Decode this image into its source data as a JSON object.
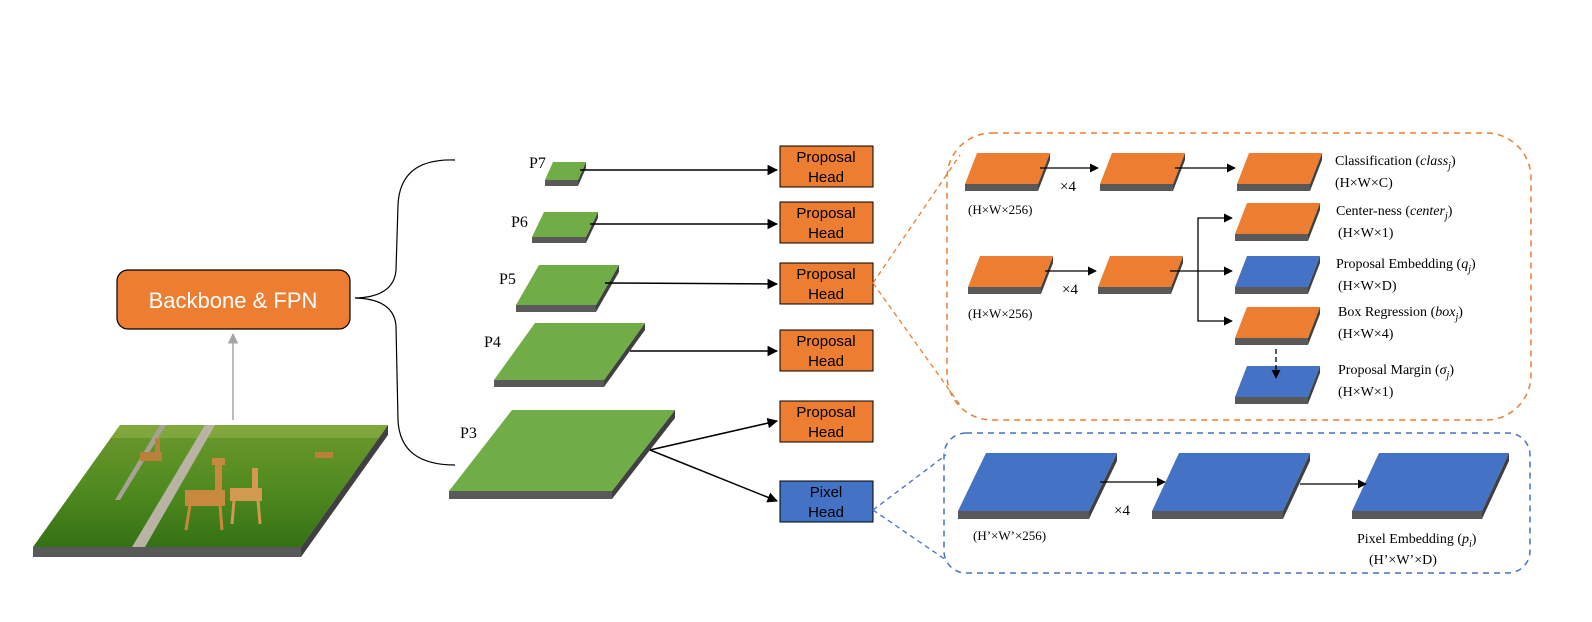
{
  "backbone": {
    "label": "Backbone & FPN"
  },
  "levels": [
    {
      "label": "P7"
    },
    {
      "label": "P6"
    },
    {
      "label": "P5"
    },
    {
      "label": "P4"
    },
    {
      "label": "P3"
    }
  ],
  "heads": {
    "proposal": {
      "line1": "Proposal",
      "line2": "Head"
    },
    "pixel": {
      "line1": "Pixel",
      "line2": "Head"
    }
  },
  "proposal_branch": {
    "input_dim_1": "(H×W×256)",
    "input_dim_2": "(H×W×256)",
    "repeat_1": "×4",
    "repeat_2": "×4",
    "outputs": [
      {
        "name": "Classification",
        "var": "class",
        "sub": "j",
        "dim": "(H×W×C)"
      },
      {
        "name": "Center-ness",
        "var": "center",
        "sub": "j",
        "dim": "(H×W×1)"
      },
      {
        "name": "Proposal Embedding",
        "var": "q",
        "sub": "j",
        "dim": "(H×W×D)"
      },
      {
        "name": "Box Regression",
        "var": "box",
        "sub": "j",
        "dim": "(H×W×4)"
      },
      {
        "name": "Proposal Margin",
        "var": "σ",
        "sub": "j",
        "dim": "(H×W×1)"
      }
    ]
  },
  "pixel_branch": {
    "input_dim": "(H’×W’×256)",
    "repeat": "×4",
    "output": {
      "name": "Pixel Embedding",
      "var": "p",
      "sub": "i",
      "dim": "(H’×W’×D)"
    }
  },
  "colors": {
    "orange": "#ED7D31",
    "blue": "#4472C4",
    "green": "#70AD47",
    "side": "#595959",
    "orange_dashed": "#F4A46A",
    "blue_dashed": "#5B8FD6",
    "gray_arrow": "#A6A6A6"
  },
  "input_image": {
    "subject": "giraffes-photo"
  }
}
